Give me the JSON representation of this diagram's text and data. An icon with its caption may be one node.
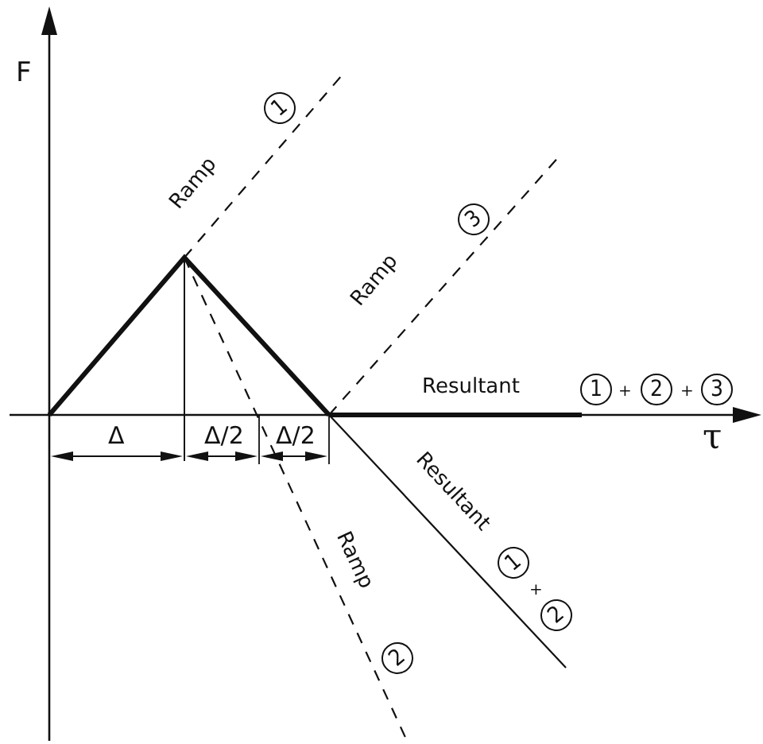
{
  "diagram": {
    "labels": [
      "F",
      "1",
      "Ramp",
      "3",
      "Ramp",
      "Resultant",
      "1",
      "+",
      "2",
      "+",
      "3",
      "Δ",
      "Δ/2",
      "Δ/2",
      "τ",
      "Resultant",
      "1",
      "+",
      "2",
      "Ramp",
      "2"
    ]
  }
}
